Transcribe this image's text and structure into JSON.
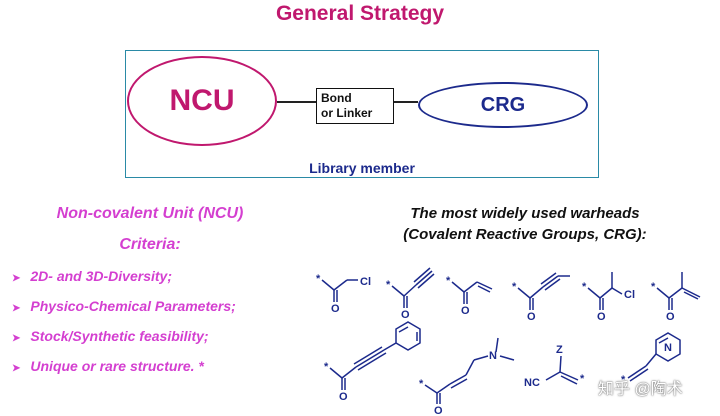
{
  "title": "General Strategy",
  "diagram": {
    "ncu_label": "NCU",
    "bond_label_line1": "Bond",
    "bond_label_line2": "or Linker",
    "crg_label": "CRG",
    "member_label": "Library member"
  },
  "left_panel": {
    "heading": "Non-covalent Unit (NCU)",
    "criteria_heading": "Criteria:",
    "criteria": [
      "2D- and 3D-Diversity;",
      "Physico-Chemical Parameters;",
      "Stock/Synthetic feasibility;",
      "Unique or rare structure. *"
    ]
  },
  "right_panel": {
    "heading_line1": "The most widely used warheads",
    "heading_line2": "(Covalent Reactive Groups, CRG):"
  },
  "structure_labels": {
    "oxygen": "O",
    "chlorine": "Cl",
    "nitrogen": "N",
    "nitrile": "NC",
    "z_group": "Z",
    "attachment": "*"
  },
  "colors": {
    "title": "#c0186e",
    "ncu": "#c0186e",
    "crg": "#1c2a8c",
    "criteria_text": "#d43fd0",
    "frame": "#2a8aa6",
    "structures": "#1c2a8c"
  },
  "watermark": "知乎 @陶术"
}
